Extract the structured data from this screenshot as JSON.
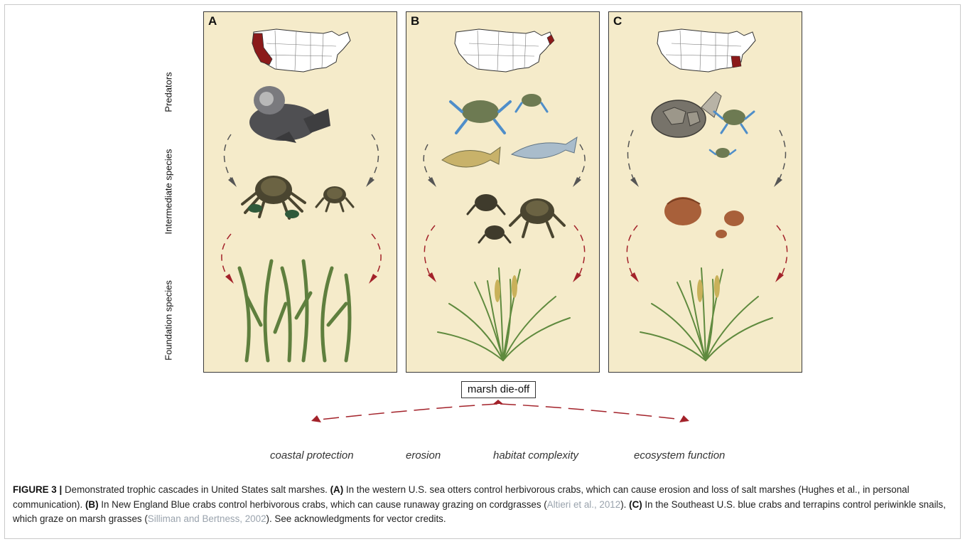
{
  "panels": [
    {
      "letter": "A",
      "map_icon": "us-map-california-highlighted-icon",
      "predators": "sea-otter-icon",
      "intermediate": "shore-crab-icon",
      "foundation": "pickleweed-icon"
    },
    {
      "letter": "B",
      "map_icon": "us-map-new-england-highlighted-icon",
      "predators": "blue-crab-and-fish-icon",
      "intermediate": "purple-marsh-crab-icon",
      "foundation": "cordgrass-icon"
    },
    {
      "letter": "C",
      "map_icon": "us-map-georgia-highlighted-icon",
      "predators": "terrapin-and-blue-crab-icon",
      "intermediate": "periwinkle-snail-icon",
      "foundation": "cordgrass-icon"
    }
  ],
  "row_labels": {
    "predators": "Predators",
    "intermediate": "Intermediate species",
    "foundation": "Foundation species"
  },
  "die_off_label": "marsh die-off",
  "outcomes": [
    "coastal protection",
    "erosion",
    "habitat complexity",
    "ecosystem function"
  ],
  "colors": {
    "panel_bg": "#f5ebca",
    "arrow_gray": "#555555",
    "arrow_red": "#a3222a",
    "map_highlight": "#8b1a1a"
  },
  "caption": {
    "label": "FIGURE 3 |",
    "intro": " Demonstrated trophic cascades in United States salt marshes. ",
    "a_label": "(A)",
    "a_text": " In the western U.S. sea otters control herbivorous crabs, which can cause erosion and loss of salt marshes (Hughes et al., in personal communication). ",
    "b_label": "(B)",
    "b_text": " In New England Blue crabs control herbivorous crabs, which can cause runaway grazing on cordgrasses (",
    "b_cite": "Altieri et al., 2012",
    "b_end": "). ",
    "c_label": "(C)",
    "c_text": " In the Southeast U.S. blue crabs and terrapins control periwinkle snails, which graze on marsh grasses (",
    "c_cite": "Silliman and Bertness, 2002",
    "c_end": "). See acknowledgments for vector credits."
  }
}
